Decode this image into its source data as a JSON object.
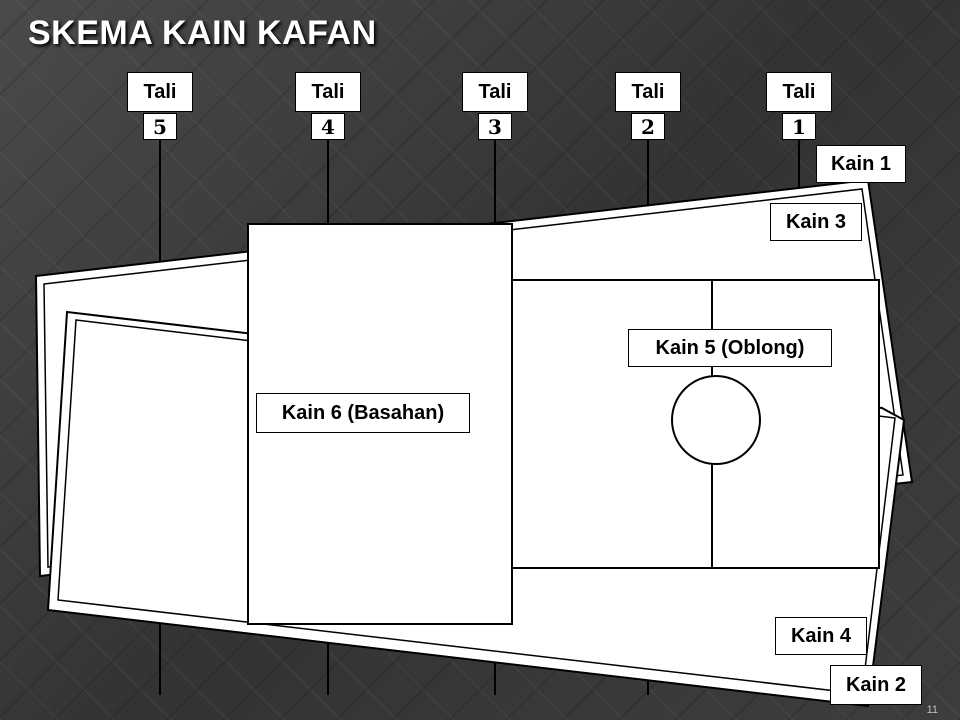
{
  "slide": {
    "title": "SKEMA KAIN KAFAN",
    "page_number": "11"
  },
  "ties": [
    {
      "label": "Tali",
      "number": "5"
    },
    {
      "label": "Tali",
      "number": "4"
    },
    {
      "label": "Tali",
      "number": "3"
    },
    {
      "label": "Tali",
      "number": "2"
    },
    {
      "label": "Tali",
      "number": "1"
    }
  ],
  "cloths": {
    "kain1": "Kain 1",
    "kain2": "Kain 2",
    "kain3": "Kain 3",
    "kain4": "Kain 4",
    "kain5": "Kain 5 (Oblong)",
    "kain6": "Kain 6 (Basahan)"
  }
}
